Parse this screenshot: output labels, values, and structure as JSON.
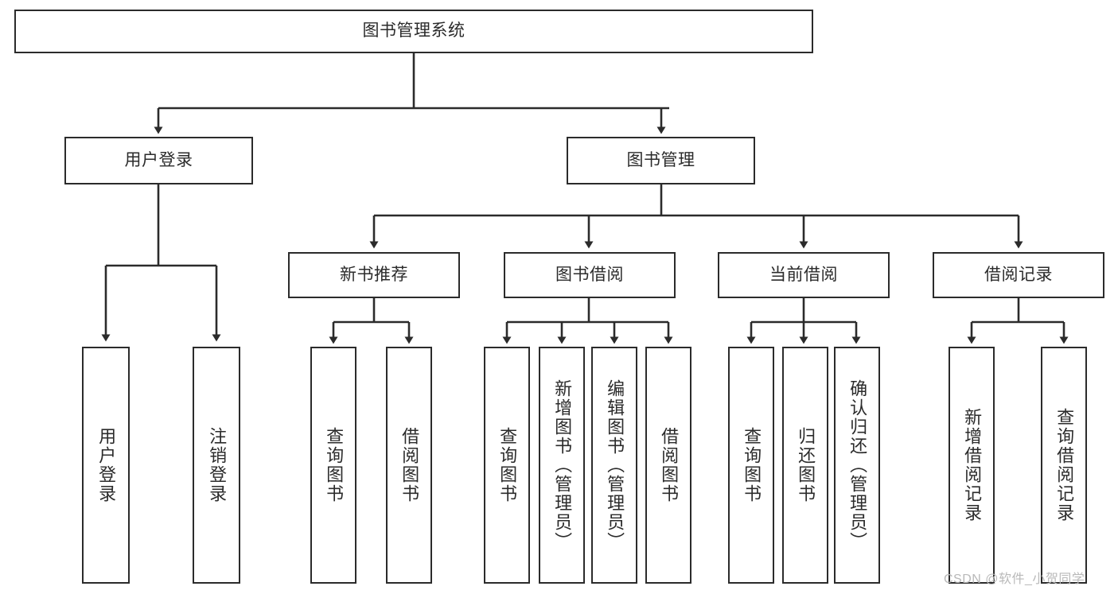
{
  "diagram": {
    "title": "图书管理系统",
    "type": "tree",
    "colors": {
      "stroke": "#2b2b2b",
      "fill": "#ffffff",
      "text": "#2b2b2b",
      "watermark": "#b9b9b9"
    },
    "nodes": {
      "root": {
        "label": "图书管理系统"
      },
      "level1": [
        {
          "id": "user-login",
          "label": "用户登录"
        },
        {
          "id": "book-manage",
          "label": "图书管理"
        }
      ],
      "level2": [
        {
          "id": "new-book-recommend",
          "label": "新书推荐"
        },
        {
          "id": "book-borrow",
          "label": "图书借阅"
        },
        {
          "id": "current-borrow",
          "label": "当前借阅"
        },
        {
          "id": "borrow-record",
          "label": "借阅记录"
        }
      ],
      "leaves": {
        "user-login": [
          {
            "id": "leaf-user-login",
            "label": "用户登录"
          },
          {
            "id": "leaf-logout-login",
            "label": "注销登录"
          }
        ],
        "new-book-recommend": [
          {
            "id": "leaf-query-book-1",
            "label": "查询图书"
          },
          {
            "id": "leaf-borrow-book-1",
            "label": "借阅图书"
          }
        ],
        "book-borrow": [
          {
            "id": "leaf-query-book-2",
            "label": "查询图书"
          },
          {
            "id": "leaf-add-book",
            "label": "新增图书（管理员）"
          },
          {
            "id": "leaf-edit-book",
            "label": "编辑图书（管理员）"
          },
          {
            "id": "leaf-borrow-book-2",
            "label": "借阅图书"
          }
        ],
        "current-borrow": [
          {
            "id": "leaf-query-book-3",
            "label": "查询图书"
          },
          {
            "id": "leaf-return-book",
            "label": "归还图书"
          },
          {
            "id": "leaf-confirm-return",
            "label": "确认归还（管理员）"
          }
        ],
        "borrow-record": [
          {
            "id": "leaf-add-record",
            "label": "新增借阅记录"
          },
          {
            "id": "leaf-query-record",
            "label": "查询借阅记录"
          }
        ]
      }
    },
    "watermark": "CSDN @软件_小贺同学"
  }
}
